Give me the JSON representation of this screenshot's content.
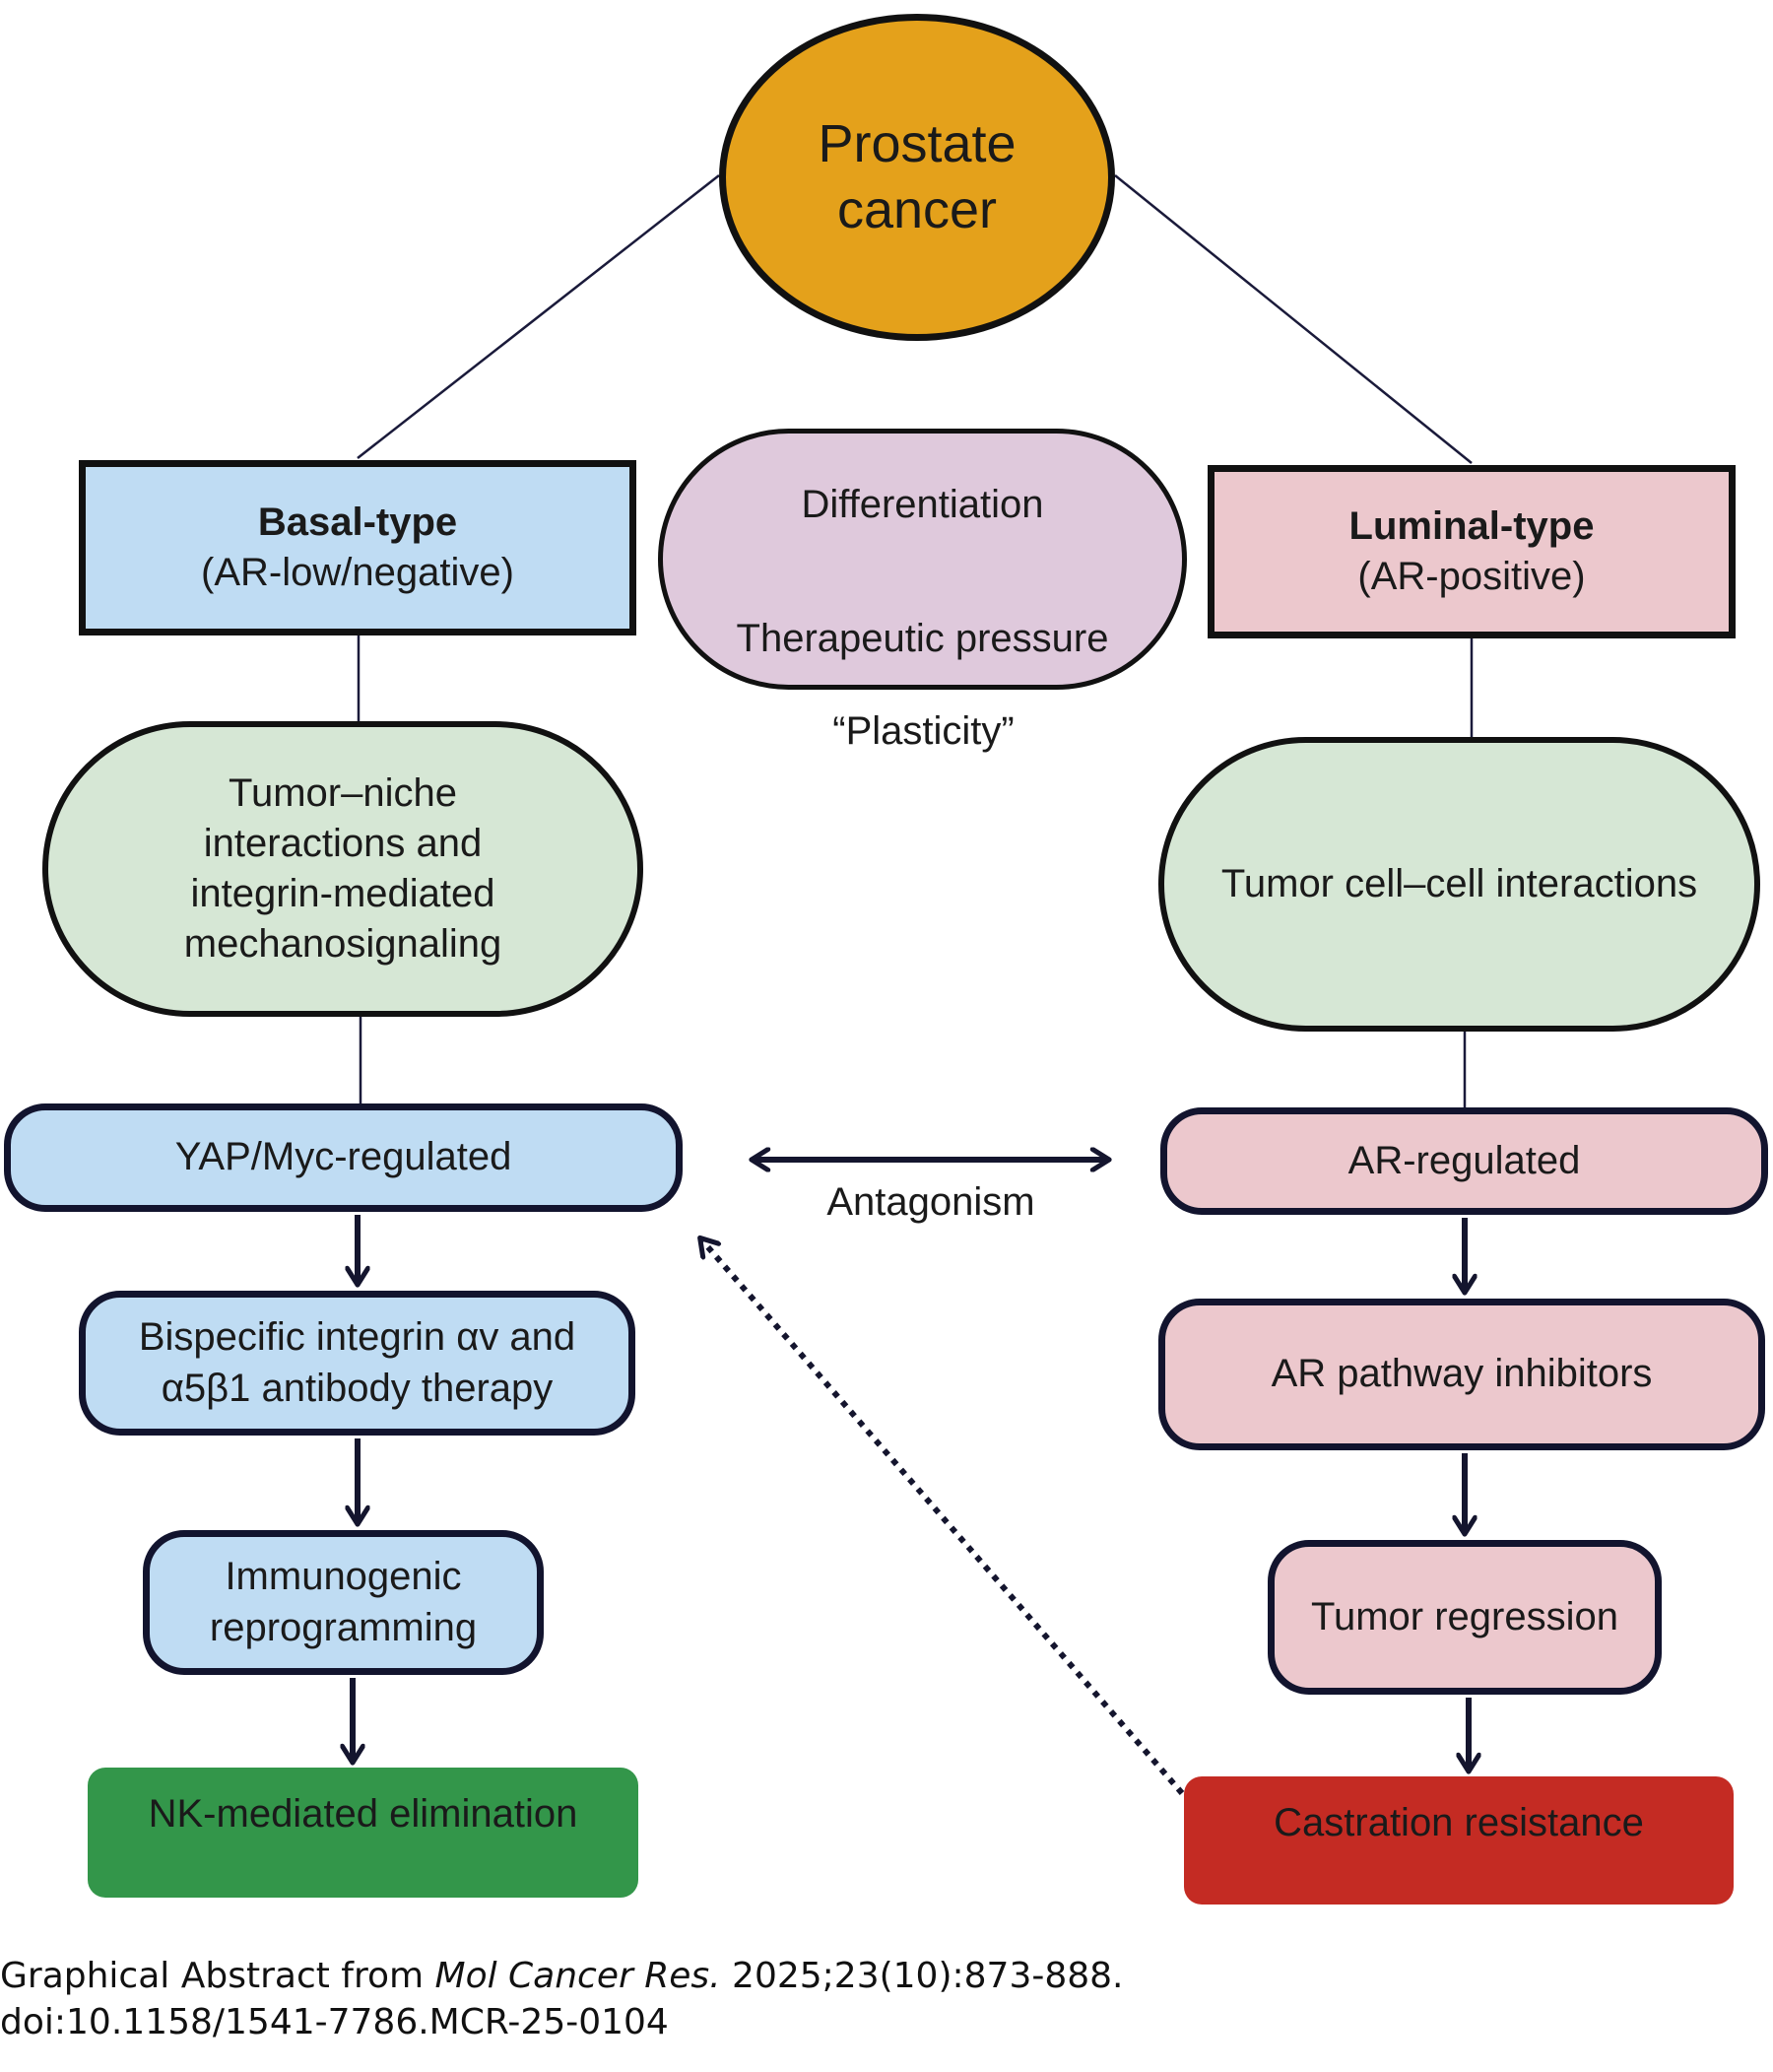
{
  "root": {
    "line1": "Prostate",
    "line2": "cancer",
    "color": "#e4a11b"
  },
  "basal": {
    "title": "Basal-type",
    "subtitle": "(AR-low/negative)",
    "color": "#bfdcf3",
    "mechanism": [
      "Tumor–niche",
      "interactions and",
      "integrin-mediated",
      "mechanosignaling"
    ],
    "regulation": "YAP/Myc-regulated",
    "therapy": [
      "Bispecific integrin αv and",
      "α5β1 antibody therapy"
    ],
    "effect": [
      "Immunogenic",
      "reprogramming"
    ],
    "outcome": "NK-mediated elimination",
    "outcome_color": "#33964a"
  },
  "luminal": {
    "title": "Luminal-type",
    "subtitle": "(AR-positive)",
    "color": "#ecc8cd",
    "mechanism": "Tumor cell–cell interactions",
    "regulation": "AR-regulated",
    "therapy": "AR pathway inhibitors",
    "effect": "Tumor regression",
    "outcome": "Castration resistance",
    "outcome_color": "#c42b23"
  },
  "plasticity": {
    "forward": "Differentiation",
    "reverse": "Therapeutic pressure",
    "label": "“Plasticity”",
    "color": "#dfc9dc"
  },
  "antagonism": {
    "label": "Antagonism"
  },
  "mechanism_color": "#d6e7d5",
  "footer": {
    "prefix": "Graphical Abstract from ",
    "journal": "Mol Cancer Res.",
    "citation": " 2025;23(10):873-888.",
    "doi": "doi:10.1158/1541-7786.MCR-25-0104"
  }
}
